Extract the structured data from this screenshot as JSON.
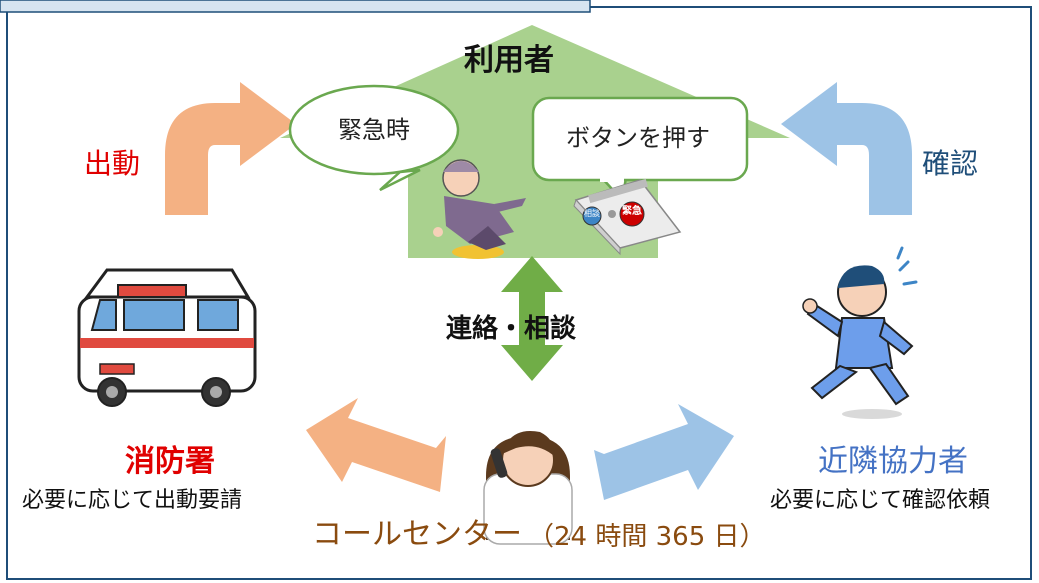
{
  "diagram": {
    "user_label": "利用者",
    "emergency_bubble": "緊急時",
    "button_bubble": "ボタンを押す",
    "panel_labels": {
      "consult": "相談",
      "emergency": "緊急"
    },
    "dispatch_label": "出動",
    "confirm_label": "確認",
    "contact_label": "連絡・相談",
    "fire_station": {
      "name": "消防署",
      "note": "必要に応じて出動要請"
    },
    "neighbor": {
      "name": "近隣協力者",
      "note": "必要に応じて確認依頼"
    },
    "call_center": {
      "name": "コールセンター",
      "hours": "（24 時間 365 日）"
    },
    "colors": {
      "house": "#a9d18e",
      "orange_arrow": "#f4b183",
      "blue_arrow": "#9dc3e6",
      "green_arrow": "#70ad47",
      "fire_red": "#e00000",
      "neighbor_blue": "#4472c4",
      "call_center_brown": "#8a4b0f",
      "frame": "#1f4e79"
    }
  }
}
